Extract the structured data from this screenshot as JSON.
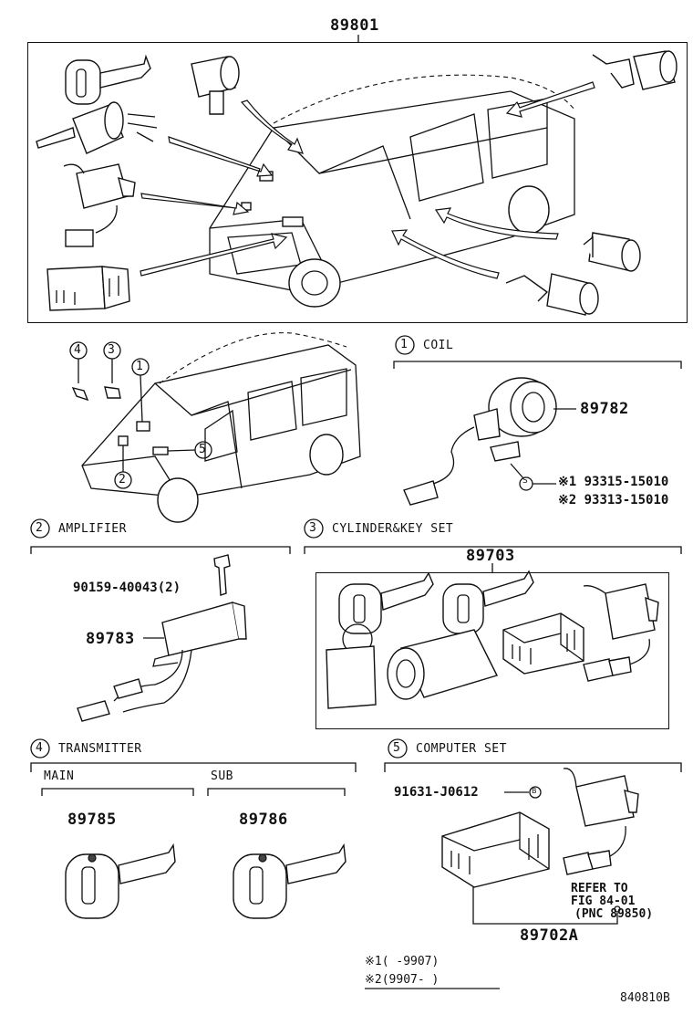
{
  "main_part": "89801",
  "sections": {
    "coil": {
      "num": "1",
      "title": "COIL",
      "part": "89782",
      "ref1": "※1 93315-15010",
      "ref2": "※2 93313-15010"
    },
    "amplifier": {
      "num": "2",
      "title": "AMPLIFIER",
      "bolt": "90159-40043(2)",
      "part": "89783"
    },
    "cylinder": {
      "num": "3",
      "title": "CYLINDER&KEY SET",
      "part": "89703"
    },
    "transmitter": {
      "num": "4",
      "title": "TRANSMITTER",
      "main_label": "MAIN",
      "sub_label": "SUB",
      "main_part": "89785",
      "sub_part": "89786"
    },
    "computer": {
      "num": "5",
      "title": "COMPUTER SET",
      "screw": "91631-J0612",
      "part": "89702A",
      "refer1": "REFER TO",
      "refer2": "FIG 84-01",
      "refer3": "(PNC 89850)"
    }
  },
  "callouts": [
    "1",
    "2",
    "3",
    "4",
    "5"
  ],
  "notes": {
    "n1": "※1(      -9907)",
    "n2": "※2(9907-      )"
  },
  "figure_code": "840810B"
}
